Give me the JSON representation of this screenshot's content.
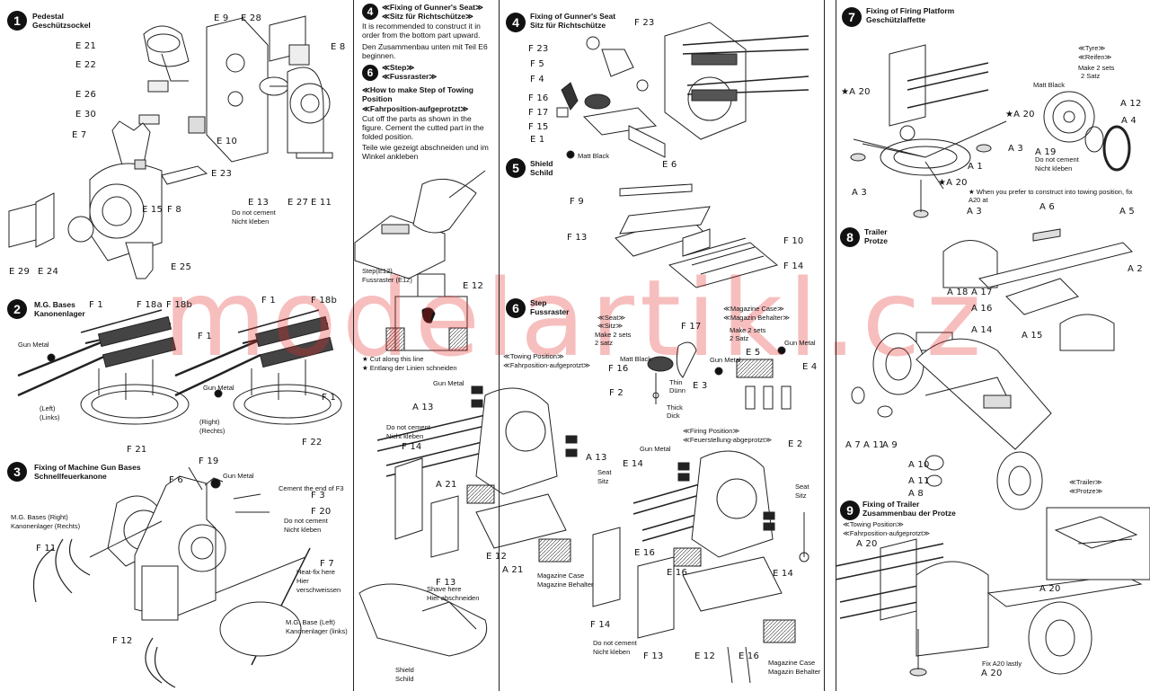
{
  "watermark": "modelartikl.cz",
  "steps": [
    {
      "num": "1",
      "title_en": "Pedestal",
      "title_de": "Geschützsockel"
    },
    {
      "num": "2",
      "title_en": "M.G. Bases",
      "title_de": "Kanonenlager"
    },
    {
      "num": "3",
      "title_en": "Fixing of Machine Gun Bases",
      "title_de": "Schnellfeuerkanone"
    },
    {
      "num": "4",
      "title_en": "≪Fixing of Gunner's Seat≫",
      "title_de": "≪Sitz für Richtschütze≫"
    },
    {
      "num": "6",
      "title_en": "≪Step≫",
      "title_de": "≪Fussraster≫"
    },
    {
      "num": "4",
      "title_en": "Fixing of Gunner's Seat",
      "title_de": "Sitz für Richtschütze"
    },
    {
      "num": "5",
      "title_en": "Shield",
      "title_de": "Schild"
    },
    {
      "num": "6",
      "title_en": "Step",
      "title_de": "Fussraster"
    },
    {
      "num": "7",
      "title_en": "Fixing of Firing Platform",
      "title_de": "Geschützlaffette"
    },
    {
      "num": "8",
      "title_en": "Trailer",
      "title_de": "Protze"
    },
    {
      "num": "9",
      "title_en": "Fixing of Trailer",
      "title_de": "Zusammenbau der Protze"
    }
  ],
  "texts": {
    "s4_en": "It is recommended to construct it in order from the bottom part upward.",
    "s4_de": "Den Zusammenbau unten mit Teil E6 beginnen.",
    "s6_how_en": "≪How to make Step of Towing Position",
    "s6_how_de": "≪Fahrposition-aufgeprotzt≫",
    "s6_cut_en": "Cut off the parts as shown in the figure. Cement the cutted part in the folded position.",
    "s6_cut_de": "Teile wie gezeigt abschneiden und im Winkel ankleben",
    "cut_line_en": "★ Cut along this line",
    "cut_line_de": "★ Entlang der Linien schneiden",
    "step_e12": "Step(E12)",
    "fuss_e12": "Fussraster (E12)",
    "towing_pos": "≪Towing Position≫",
    "towing_pos_de": "≪Fahrposition-aufgeprotzt≫",
    "firing_pos": "≪Firing Position≫",
    "firing_pos_de": "≪Feuerstellung-abgeprotzt≫",
    "seat": "≪Seat≫",
    "sitz": "≪Sitz≫",
    "make2": "Make 2 sets",
    "satz2": "2 satz",
    "mag_case": "≪Magazine Case≫",
    "mag_beh": "≪Magazin Behalter≫",
    "satz2b": "2 Satz",
    "tyre": "≪Tyre≫",
    "reifen": "≪Reifen≫",
    "satz2c": "2 Satz",
    "when_pref": "★ When you prefer to construct into towing position, fix A20 at",
    "trailer": "≪Trailer≫",
    "protze": "≪Protze≫",
    "fix_a20": "Fix A20 lastly",
    "dnc": "Do not cement",
    "nk": "Nicht kleben",
    "thin": "Thin",
    "dunn": "Dünn",
    "thick": "Thick",
    "dick": "Dick",
    "shave": "Shave here",
    "hier_ab": "Hier abschneiden",
    "shield": "Shield",
    "schild": "Schild",
    "seat2": "Seat",
    "sitz2": "Sitz",
    "mag_case2": "Magazine Case",
    "mag_beh2": "Magazine Behalter",
    "mag_case3": "Magazine Case",
    "mag_beh3": "Magazin Behalter",
    "gun_metal": "Gun Metal",
    "matt_black": "Matt Black",
    "left": "(Left)",
    "links": "(Links)",
    "right": "(Right)",
    "rechts": "(Rechts)",
    "cement_f3": "Cement the end of F3",
    "heat_fix": "Heat-fix here",
    "hier": "Hier",
    "versch": "verschweissen",
    "mg_right": "M.G. Bases (Right)",
    "kl_right": "Kanonenlager (Rechts)",
    "mg_left": "M.G. Base (Left)",
    "kl_left": "Kanonenlager (links)"
  }
}
